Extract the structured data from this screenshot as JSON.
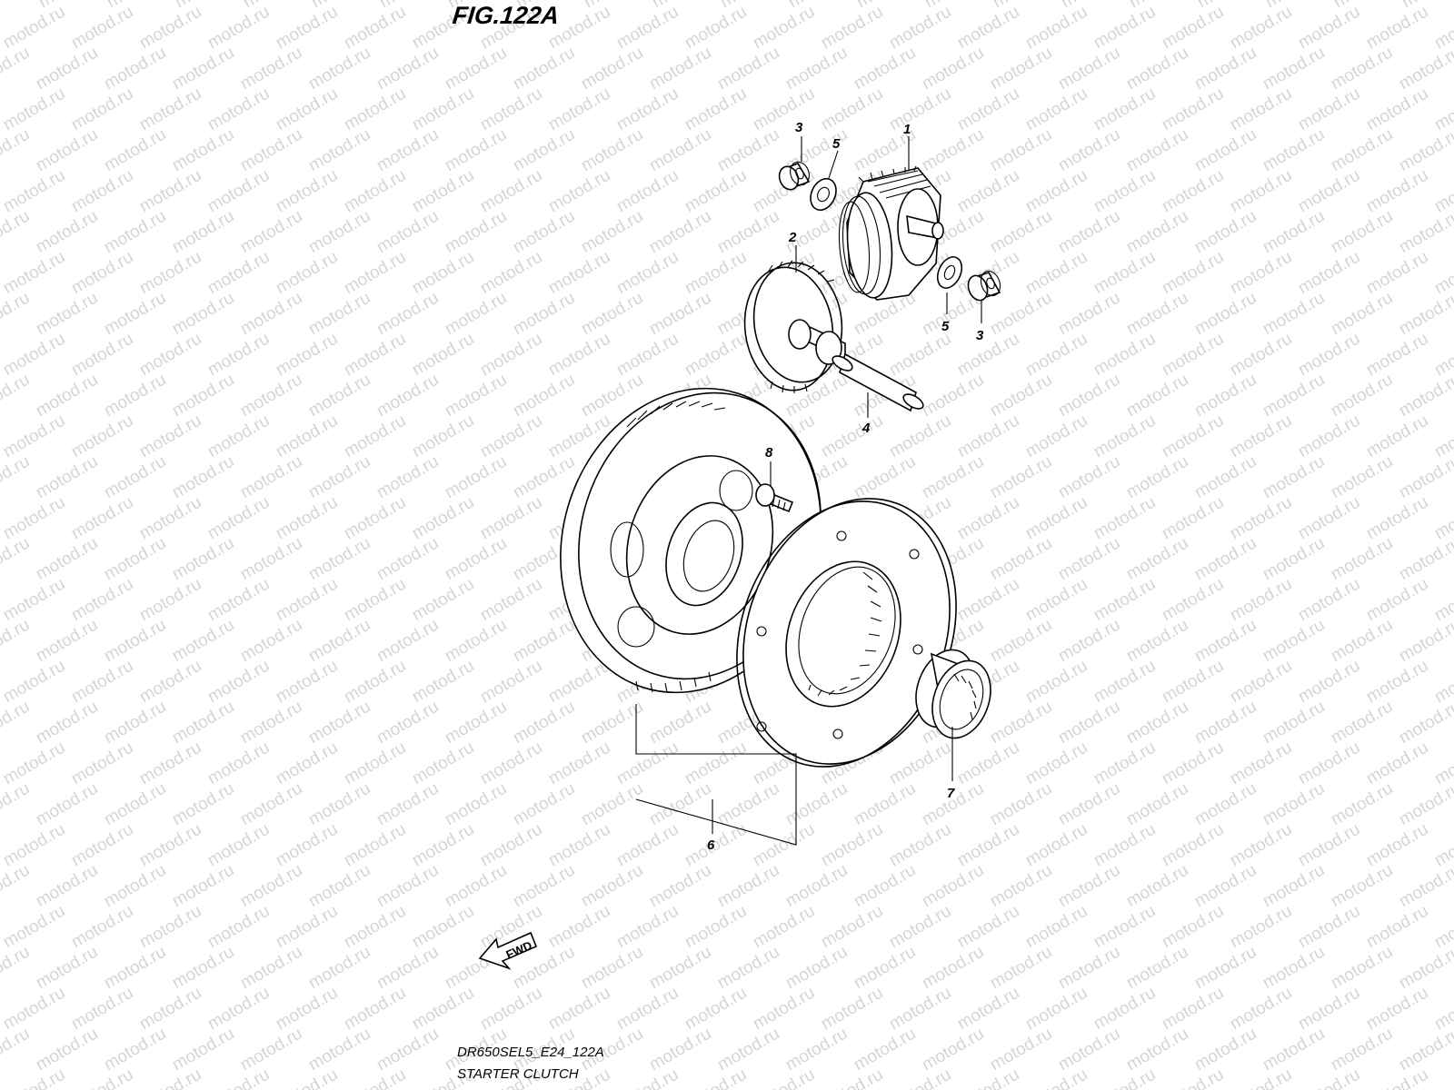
{
  "figure": {
    "title": "FIG.122A",
    "drawing_code": "DR650SEL5_E24_122A",
    "assembly_name": "STARTER CLUTCH"
  },
  "watermark": {
    "text": "motod.ru"
  },
  "callouts": {
    "part_1": "1",
    "part_2": "2",
    "part_3_top": "3",
    "part_3_bottom": "3",
    "part_4": "4",
    "part_5_top": "5",
    "part_5_bottom": "5",
    "part_6": "6",
    "part_7": "7",
    "part_8": "8"
  },
  "direction_arrow": {
    "label": "FWD",
    "icon": "fwd-arrow-icon"
  },
  "colors": {
    "line": "#000000",
    "background": "#ffffff",
    "watermark": "#d5d5d5"
  }
}
